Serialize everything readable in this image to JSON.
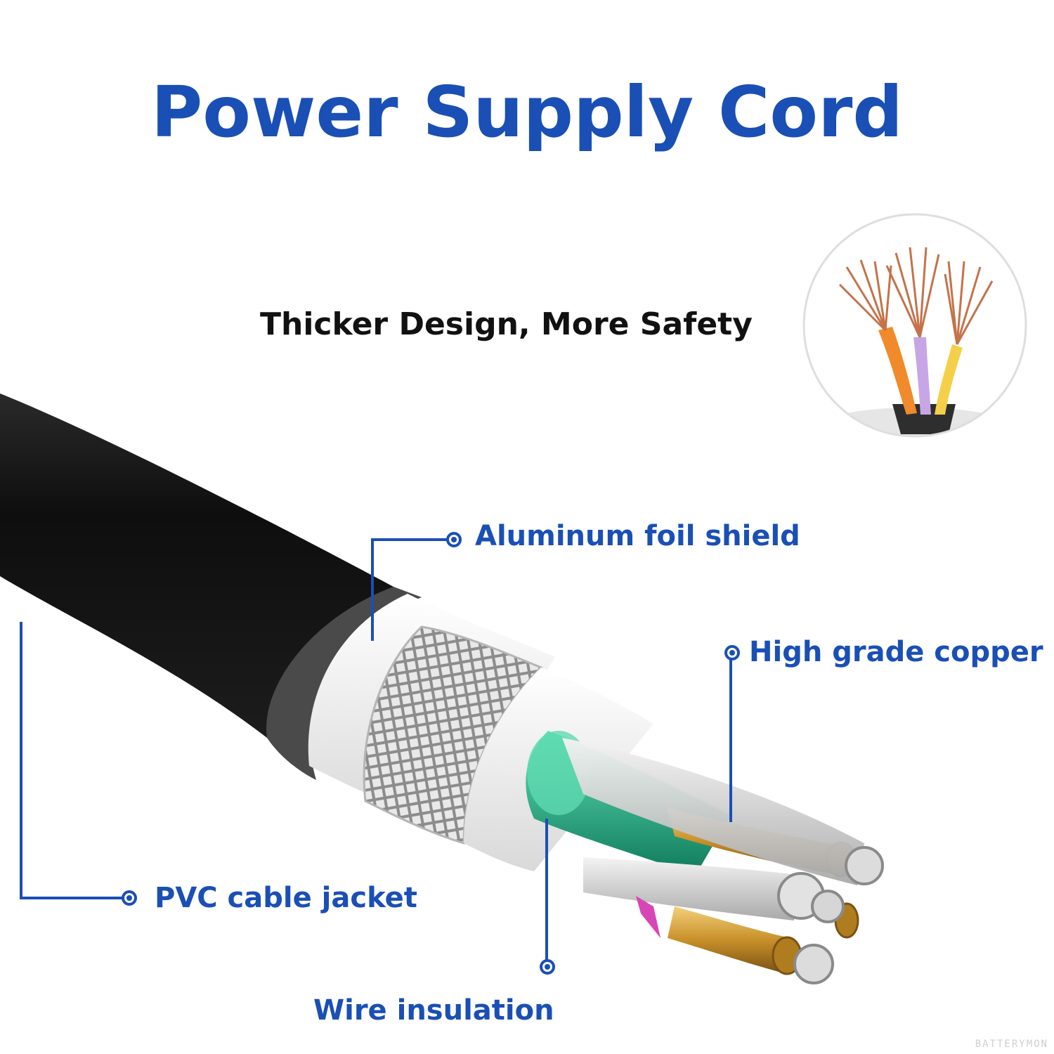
{
  "title": "Power Supply Cord",
  "subtitle": "Thicker Design, More Safety",
  "callouts": {
    "foil": "Aluminum foil shield",
    "copper": "High grade copper",
    "jacket": "PVC cable jacket",
    "insulation": "Wire insulation"
  },
  "watermark": "BATTERYMON",
  "colors": {
    "accent": "#1a4fb5",
    "jacket": "#141414",
    "copper": "#c8902a",
    "green_insulation": "#1fb08a",
    "shield": "#d8d8d8"
  }
}
